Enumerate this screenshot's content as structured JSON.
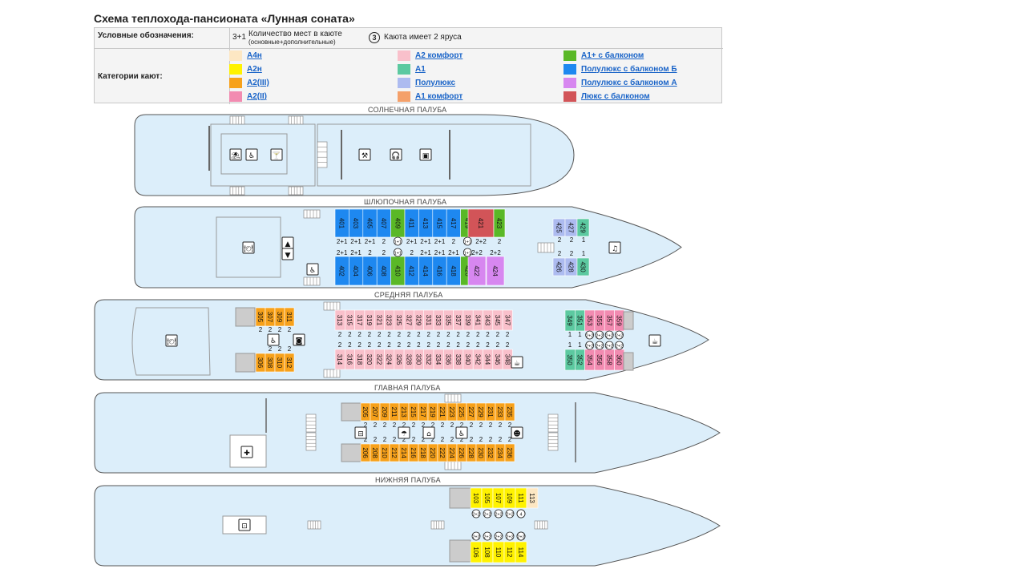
{
  "title": "Схема теплохода-пансионата «Лунная соната»",
  "legend": {
    "symbols_label": "Условные обозначения:",
    "seat_example": "3+1",
    "seat_desc": "Количество мест в каюте",
    "seat_desc_sub": "(основные+дополнительные)",
    "tier_example": "3",
    "tier_desc": "Каюта имеет 2 яруса",
    "categories_label": "Категории кают:",
    "categories": [
      {
        "name": "А4н",
        "color": "#fde7c3"
      },
      {
        "name": "А2н",
        "color": "#fff200"
      },
      {
        "name": "А2(III)",
        "color": "#f7a11a"
      },
      {
        "name": "А2(II)",
        "color": "#f28bb1"
      },
      {
        "name": "А2 комфорт",
        "color": "#f9c0cb"
      },
      {
        "name": "А1",
        "color": "#5cc9a0"
      },
      {
        "name": "Полулюкс",
        "color": "#adbbf0"
      },
      {
        "name": "А1 комфорт",
        "color": "#f4a06a"
      },
      {
        "name": "А1+ с балконом",
        "color": "#5ab827"
      },
      {
        "name": "Полулюкс с балконом Б",
        "color": "#1e88f0"
      },
      {
        "name": "Полулюкс с балконом А",
        "color": "#d787f0"
      },
      {
        "name": "Люкс с балконом",
        "color": "#d25458"
      }
    ]
  },
  "decks": [
    {
      "name": "СОЛНЕЧНАЯ ПАЛУБА"
    },
    {
      "name": "ШЛЮПОЧНАЯ ПАЛУБА",
      "top": [
        [
          "401",
          "b"
        ],
        [
          "403",
          "b"
        ],
        [
          "405",
          "b"
        ],
        [
          "407",
          "b"
        ],
        [
          "409",
          "g"
        ],
        [
          "411",
          "b"
        ],
        [
          "413",
          "b"
        ],
        [
          "415",
          "b"
        ],
        [
          "417",
          "b"
        ],
        [
          "419",
          "g"
        ]
      ],
      "bottom": [
        [
          "402",
          "b"
        ],
        [
          "404",
          "b"
        ],
        [
          "406",
          "b"
        ],
        [
          "408",
          "b"
        ],
        [
          "410",
          "g"
        ],
        [
          "412",
          "b"
        ],
        [
          "414",
          "b"
        ],
        [
          "416",
          "b"
        ],
        [
          "418",
          "b"
        ],
        [
          "420",
          "g"
        ],
        [
          "422",
          "p"
        ],
        [
          "424",
          "p"
        ]
      ],
      "top_seats": [
        "2+1",
        "2+1",
        "2+1",
        "2",
        "1+1",
        "2+1",
        "2+1",
        "2+1",
        "2",
        "1+1",
        "2+2",
        "2"
      ],
      "bottom_seats": [
        "2+1",
        "2+1",
        "2",
        "2",
        "1+1",
        "2",
        "2+1",
        "2+1",
        "2+1",
        "1+1",
        "2+2",
        "2+2"
      ],
      "lux": "421",
      "lux2": "423",
      "aft_top": [
        [
          "425",
          "s"
        ],
        [
          "427",
          "s"
        ],
        [
          "429",
          "a"
        ]
      ],
      "aft_bottom": [
        [
          "426",
          "s"
        ],
        [
          "428",
          "s"
        ],
        [
          "430",
          "a"
        ]
      ],
      "aft_seats_top": [
        "2",
        "2",
        "1"
      ],
      "aft_seats_bottom": [
        "2",
        "2",
        "1"
      ]
    },
    {
      "name": "СРЕДНЯЯ ПАЛУБА",
      "fwd_top": [
        "305",
        "307",
        "309",
        "311"
      ],
      "fwd_bottom": [
        "306",
        "308",
        "310",
        "312"
      ],
      "fwd_seats": [
        "2",
        "2",
        "2",
        "2"
      ],
      "mid_top": [
        "313",
        "315",
        "317",
        "319",
        "321",
        "323",
        "325",
        "327",
        "329",
        "331",
        "333",
        "335",
        "337",
        "339",
        "341",
        "343",
        "345",
        "347"
      ],
      "mid_bottom": [
        "314",
        "316",
        "318",
        "320",
        "322",
        "324",
        "326",
        "328",
        "330",
        "332",
        "334",
        "336",
        "338",
        "340",
        "342",
        "344",
        "346",
        "348"
      ],
      "aft_top": [
        [
          "349",
          "a"
        ],
        [
          "351",
          "a"
        ],
        [
          "353",
          "r"
        ],
        [
          "355",
          "r"
        ],
        [
          "357",
          "r"
        ],
        [
          "359",
          "r"
        ]
      ],
      "aft_bottom": [
        [
          "350",
          "a"
        ],
        [
          "352",
          "a"
        ],
        [
          "354",
          "r"
        ],
        [
          "356",
          "r"
        ],
        [
          "358",
          "r"
        ],
        [
          "360",
          "r"
        ]
      ],
      "aft_seats": [
        "1",
        "1",
        "2",
        "2",
        "2",
        "2"
      ],
      "seat": "2"
    },
    {
      "name": "ГЛАВНАЯ ПАЛУБА",
      "top": [
        "205",
        "207",
        "209",
        "211",
        "213",
        "215",
        "217",
        "219",
        "221",
        "223",
        "225",
        "227",
        "229",
        "231",
        "233",
        "235"
      ],
      "bottom": [
        "206",
        "208",
        "210",
        "212",
        "214",
        "216",
        "218",
        "220",
        "222",
        "224",
        "226",
        "228",
        "230",
        "232",
        "234",
        "236"
      ],
      "seat": "2"
    },
    {
      "name": "НИЖНЯЯ ПАЛУБА",
      "top": [
        [
          "103",
          "y"
        ],
        [
          "105",
          "y"
        ],
        [
          "107",
          "y"
        ],
        [
          "109",
          "y"
        ],
        [
          "111",
          "y"
        ],
        [
          "113",
          "n"
        ]
      ],
      "bottom": [
        [
          "106",
          "y"
        ],
        [
          "108",
          "y"
        ],
        [
          "110",
          "y"
        ],
        [
          "112",
          "y"
        ],
        [
          "114",
          "y"
        ]
      ],
      "seat": "2",
      "tier_seat": "4"
    }
  ]
}
